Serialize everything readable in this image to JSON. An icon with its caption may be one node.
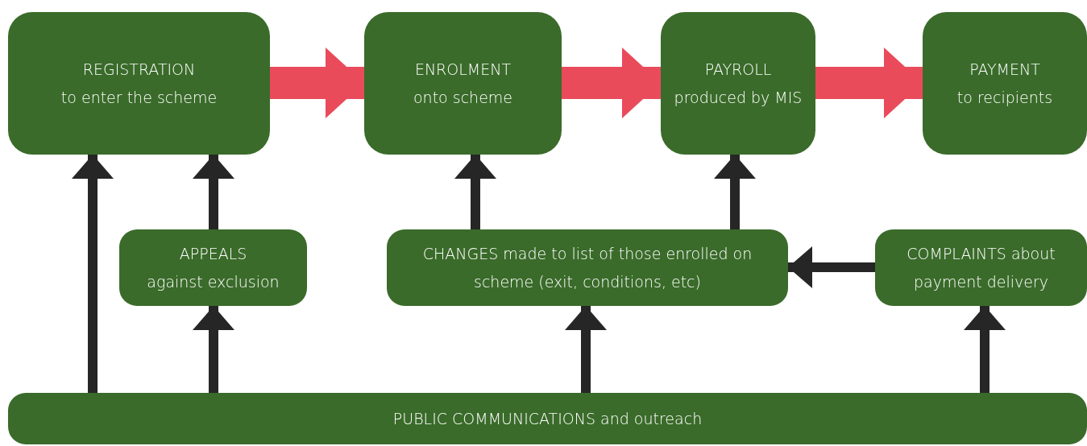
{
  "diagram": {
    "nodes": [
      {
        "text": [
          "REGISTRATION",
          "to enter the scheme"
        ]
      },
      {
        "text": [
          "ENROLMENT",
          "onto scheme"
        ]
      },
      {
        "text": [
          "PAYROLL",
          "produced by MIS"
        ]
      },
      {
        "text": [
          "PAYMENT",
          "to recipients"
        ]
      },
      {
        "text": [
          "APPEALS",
          "against exclusion"
        ]
      },
      {
        "text": [
          "CHANGES made to list of those enrolled on scheme (exit, conditions, etc)"
        ]
      },
      {
        "text": [
          "COMPLAINTS about payment delivery"
        ]
      },
      {
        "text": [
          "PUBLIC COMMUNICATIONS and outreach"
        ]
      }
    ],
    "edges": [
      {
        "from": 0,
        "to": 1,
        "arrow": "to",
        "style": "thick",
        "color": "#e94b5b"
      },
      {
        "from": 1,
        "to": 2,
        "arrow": "to",
        "style": "thick",
        "color": "#e94b5b"
      },
      {
        "from": 2,
        "to": 3,
        "arrow": "to",
        "style": "thick",
        "color": "#e94b5b"
      },
      {
        "from": 7,
        "to": 0,
        "arrow": "to"
      },
      {
        "from": 4,
        "to": 0,
        "arrow": "to"
      },
      {
        "from": 7,
        "to": 4,
        "arrow": "to"
      },
      {
        "from": 5,
        "to": 1,
        "arrow": "to"
      },
      {
        "from": 5,
        "to": 2,
        "arrow": "to"
      },
      {
        "from": 7,
        "to": 5,
        "arrow": "to"
      },
      {
        "from": 6,
        "to": 5,
        "arrow": "to"
      },
      {
        "from": 7,
        "to": 6,
        "arrow": "to"
      }
    ]
  }
}
